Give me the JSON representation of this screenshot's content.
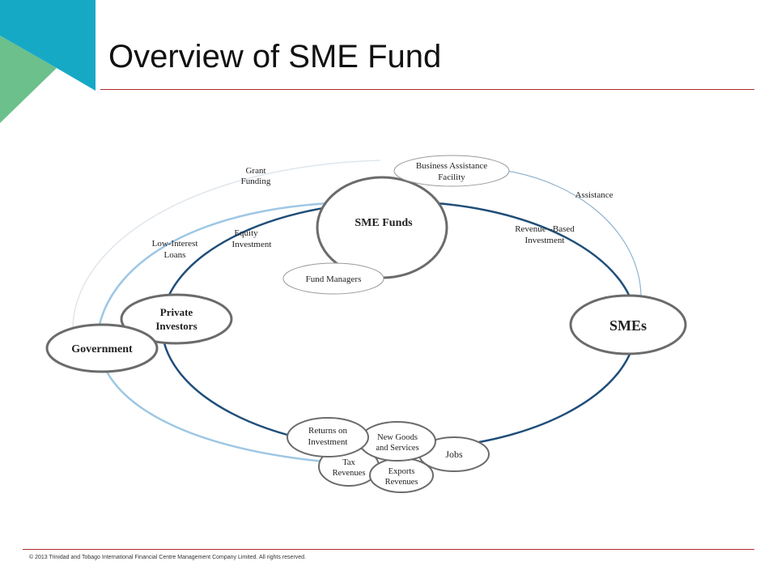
{
  "slide": {
    "title": "Overview of SME Fund",
    "footer": "© 2013 Trinidad and Tobago International Financial Centre Management Company Limited. All rights reserved."
  },
  "colors": {
    "corner_teal": "#16a9c6",
    "corner_green": "#6cc08b",
    "rule_red": "#b22b2b",
    "main_ring": "#1f4e79",
    "light_ring": "#9ec7e4",
    "node_stroke": "#6b6b6b"
  },
  "diagram": {
    "nodes": {
      "sme_funds": "SME Funds",
      "smes": "SMEs",
      "private_investors": [
        "Private",
        "Investors"
      ],
      "government": "Government",
      "fund_managers": "Fund Managers",
      "business_assistance": [
        "Business Assistance",
        "Facility"
      ],
      "returns": [
        "Returns on",
        "Investment"
      ],
      "new_goods": [
        "New Goods",
        "and Services"
      ],
      "jobs": "Jobs",
      "tax": [
        "Tax",
        "Revenues"
      ],
      "exports": [
        "Exports",
        "Revenues"
      ]
    },
    "labels": {
      "grant": [
        "Grant",
        "Funding"
      ],
      "low_interest": [
        "Low-Interest",
        "Loans"
      ],
      "equity": [
        "Equity",
        "Investment"
      ],
      "assistance": "Assistance",
      "revenue_based": [
        "Revenue –Based",
        "Investment"
      ]
    }
  }
}
